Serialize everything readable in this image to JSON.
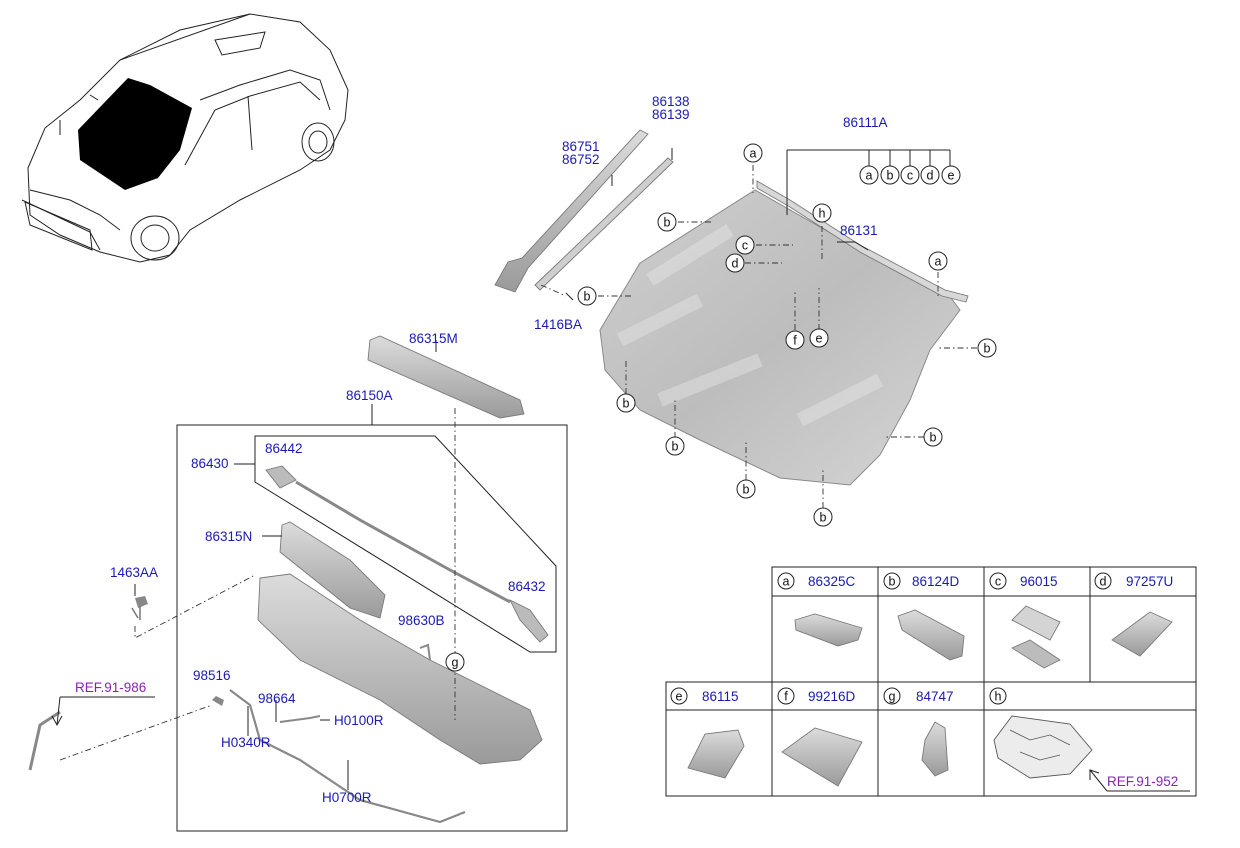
{
  "labels": {
    "p86138": "86138",
    "p86139": "86139",
    "p86751": "86751",
    "p86752": "86752",
    "p86111A": "86111A",
    "p86131": "86131",
    "p1416BA": "1416BA",
    "p86315M": "86315M",
    "p86150A": "86150A",
    "p86430": "86430",
    "p86442": "86442",
    "p86315N": "86315N",
    "p86432": "86432",
    "p1463AA": "1463AA",
    "p98630B": "98630B",
    "p98516": "98516",
    "p98664": "98664",
    "pH0100R": "H0100R",
    "pH0340R": "H0340R",
    "pH0700R": "H0700R",
    "ref986": "REF.91-986",
    "ref952": "REF.91-952"
  },
  "callouts": {
    "a": "a",
    "b": "b",
    "c": "c",
    "d": "d",
    "e": "e",
    "f": "f",
    "g": "g",
    "h": "h"
  },
  "legend": [
    {
      "letter": "a",
      "part": "86325C"
    },
    {
      "letter": "b",
      "part": "86124D"
    },
    {
      "letter": "c",
      "part": "96015"
    },
    {
      "letter": "d",
      "part": "97257U"
    },
    {
      "letter": "e",
      "part": "86115"
    },
    {
      "letter": "f",
      "part": "99216D"
    },
    {
      "letter": "g",
      "part": "84747"
    },
    {
      "letter": "h",
      "part": ""
    }
  ]
}
